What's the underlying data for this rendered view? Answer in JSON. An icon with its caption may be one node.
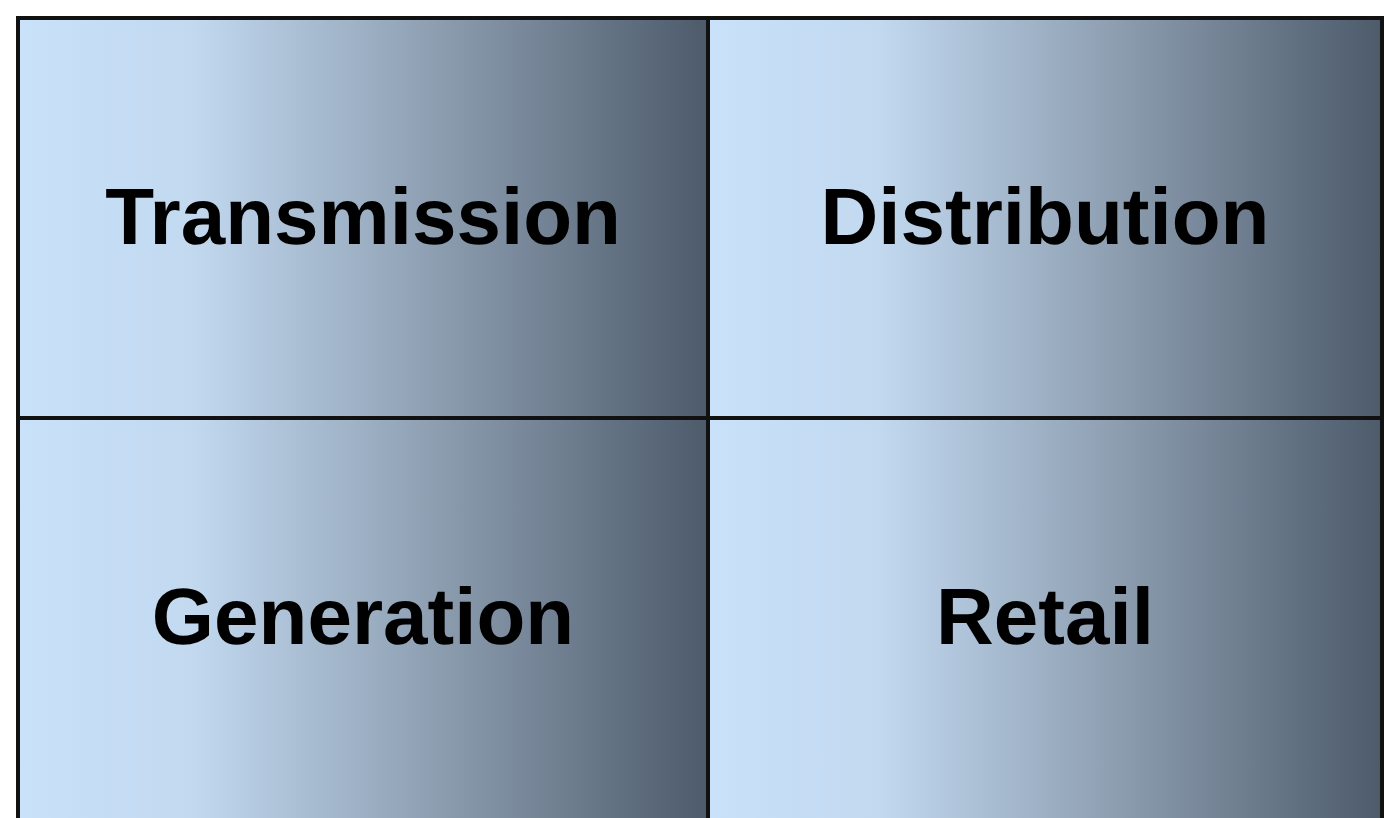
{
  "diagram": {
    "nodes": [
      {
        "text": [
          "Transmission"
        ]
      },
      {
        "text": [
          "Distribution"
        ]
      },
      {
        "text": [
          "Generation"
        ]
      },
      {
        "text": [
          "Retail"
        ]
      }
    ]
  }
}
